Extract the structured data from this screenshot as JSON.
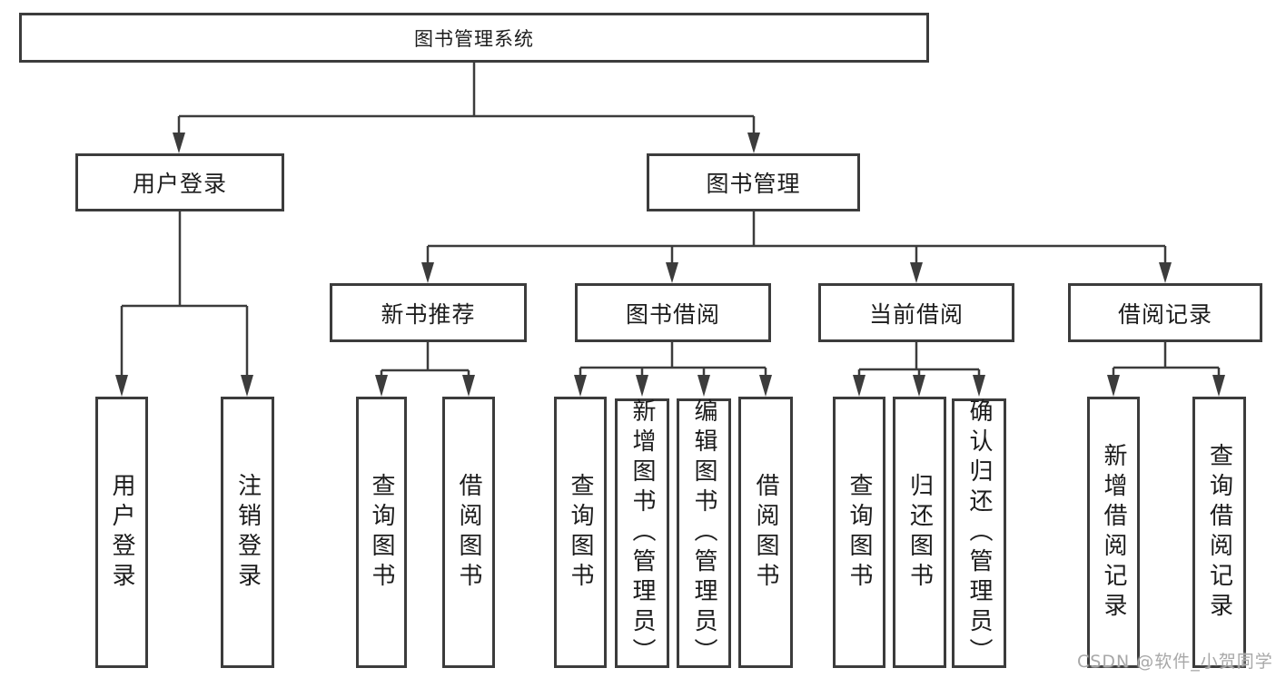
{
  "tree": {
    "root": {
      "label": "图书管理系统",
      "children": [
        {
          "label": "用户登录",
          "children": [
            {
              "label": "用户登录"
            },
            {
              "label": "注销登录"
            }
          ]
        },
        {
          "label": "图书管理",
          "children": [
            {
              "label": "新书推荐",
              "children": [
                {
                  "label": "查询图书"
                },
                {
                  "label": "借阅图书"
                }
              ]
            },
            {
              "label": "图书借阅",
              "children": [
                {
                  "label": "查询图书"
                },
                {
                  "label": "新增图书（管理员）"
                },
                {
                  "label": "编辑图书（管理员）"
                },
                {
                  "label": "借阅图书"
                }
              ]
            },
            {
              "label": "当前借阅",
              "children": [
                {
                  "label": "查询图书"
                },
                {
                  "label": "归还图书"
                },
                {
                  "label": "确认归还（管理员）"
                }
              ]
            },
            {
              "label": "借阅记录",
              "children": [
                {
                  "label": "新增借阅记录"
                },
                {
                  "label": "查询借阅记录"
                }
              ]
            }
          ]
        }
      ]
    }
  },
  "watermark": "CSDN @软件_小贺同学",
  "colors": {
    "line": "#3c3c3c",
    "text": "#1c1c1c",
    "watermark": "#a8a8a8",
    "background": "#ffffff"
  }
}
